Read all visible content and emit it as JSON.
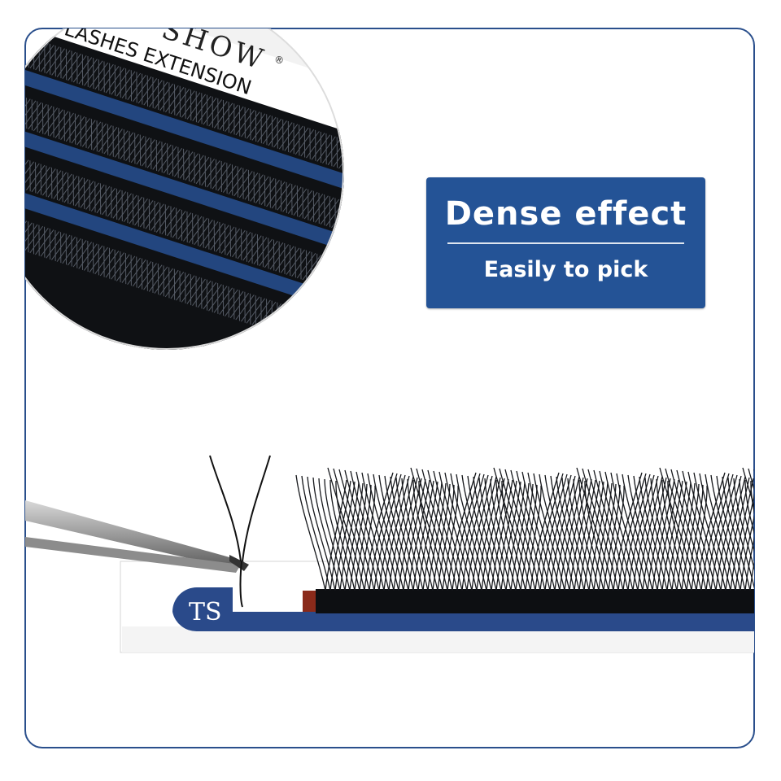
{
  "badge": {
    "title": "Dense effect",
    "subtitle": "Easily to pick"
  },
  "card": {
    "brand_fragment": "SHOW",
    "registered_mark": "®",
    "product_line": "UM LASHES EXTENSION"
  },
  "colors": {
    "frame": "#2a4f8c",
    "badge": "#245396",
    "lash": "#16181c",
    "tray_stripe": "#2a4a8a",
    "tray_accent": "#8a2a1a"
  },
  "icons": {
    "logo": "ts-monogram"
  }
}
